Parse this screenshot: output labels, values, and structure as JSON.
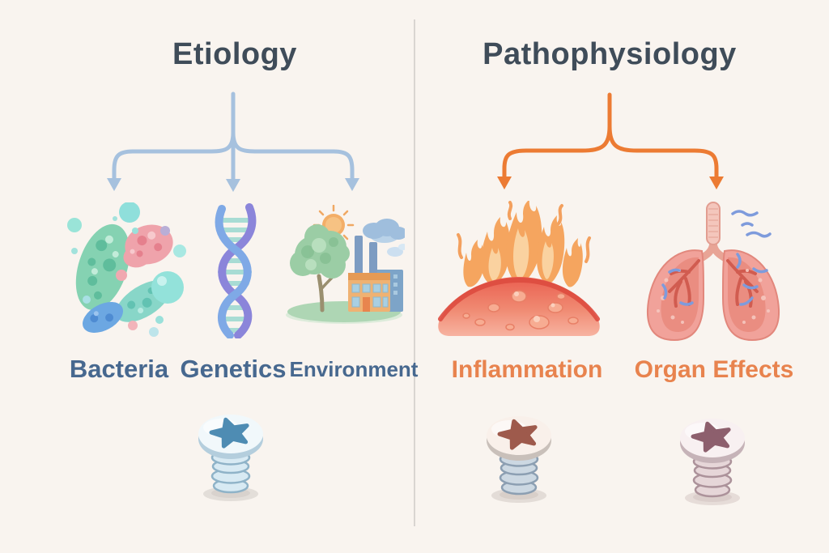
{
  "diagram": {
    "left": {
      "title": "Etiology",
      "causes": [
        {
          "label": "Bacteria",
          "icon": "bacteria-icon"
        },
        {
          "label": "Genetics",
          "icon": "dna-icon"
        },
        {
          "label": "Environment",
          "icon": "environment-icon"
        }
      ]
    },
    "right": {
      "title": "Pathophysiology",
      "effects": [
        {
          "label": "Inflammation",
          "icon": "inflammation-icon"
        },
        {
          "label": "Organ Effects",
          "icon": "lungs-icon"
        }
      ]
    },
    "decorations": [
      {
        "icon": "screw-icon",
        "variant": "blue-star"
      },
      {
        "icon": "screw-icon",
        "variant": "brown-star"
      },
      {
        "icon": "screw-icon",
        "variant": "mauve-star"
      }
    ]
  },
  "colors": {
    "bg": "#f9f4ef",
    "divider": "#d9d5d1",
    "title": "#3f4c59",
    "left-arrow": "#a6c1de",
    "left-label": "#47688f",
    "right-arrow": "#ec7b33",
    "right-label": "#e8834e"
  }
}
